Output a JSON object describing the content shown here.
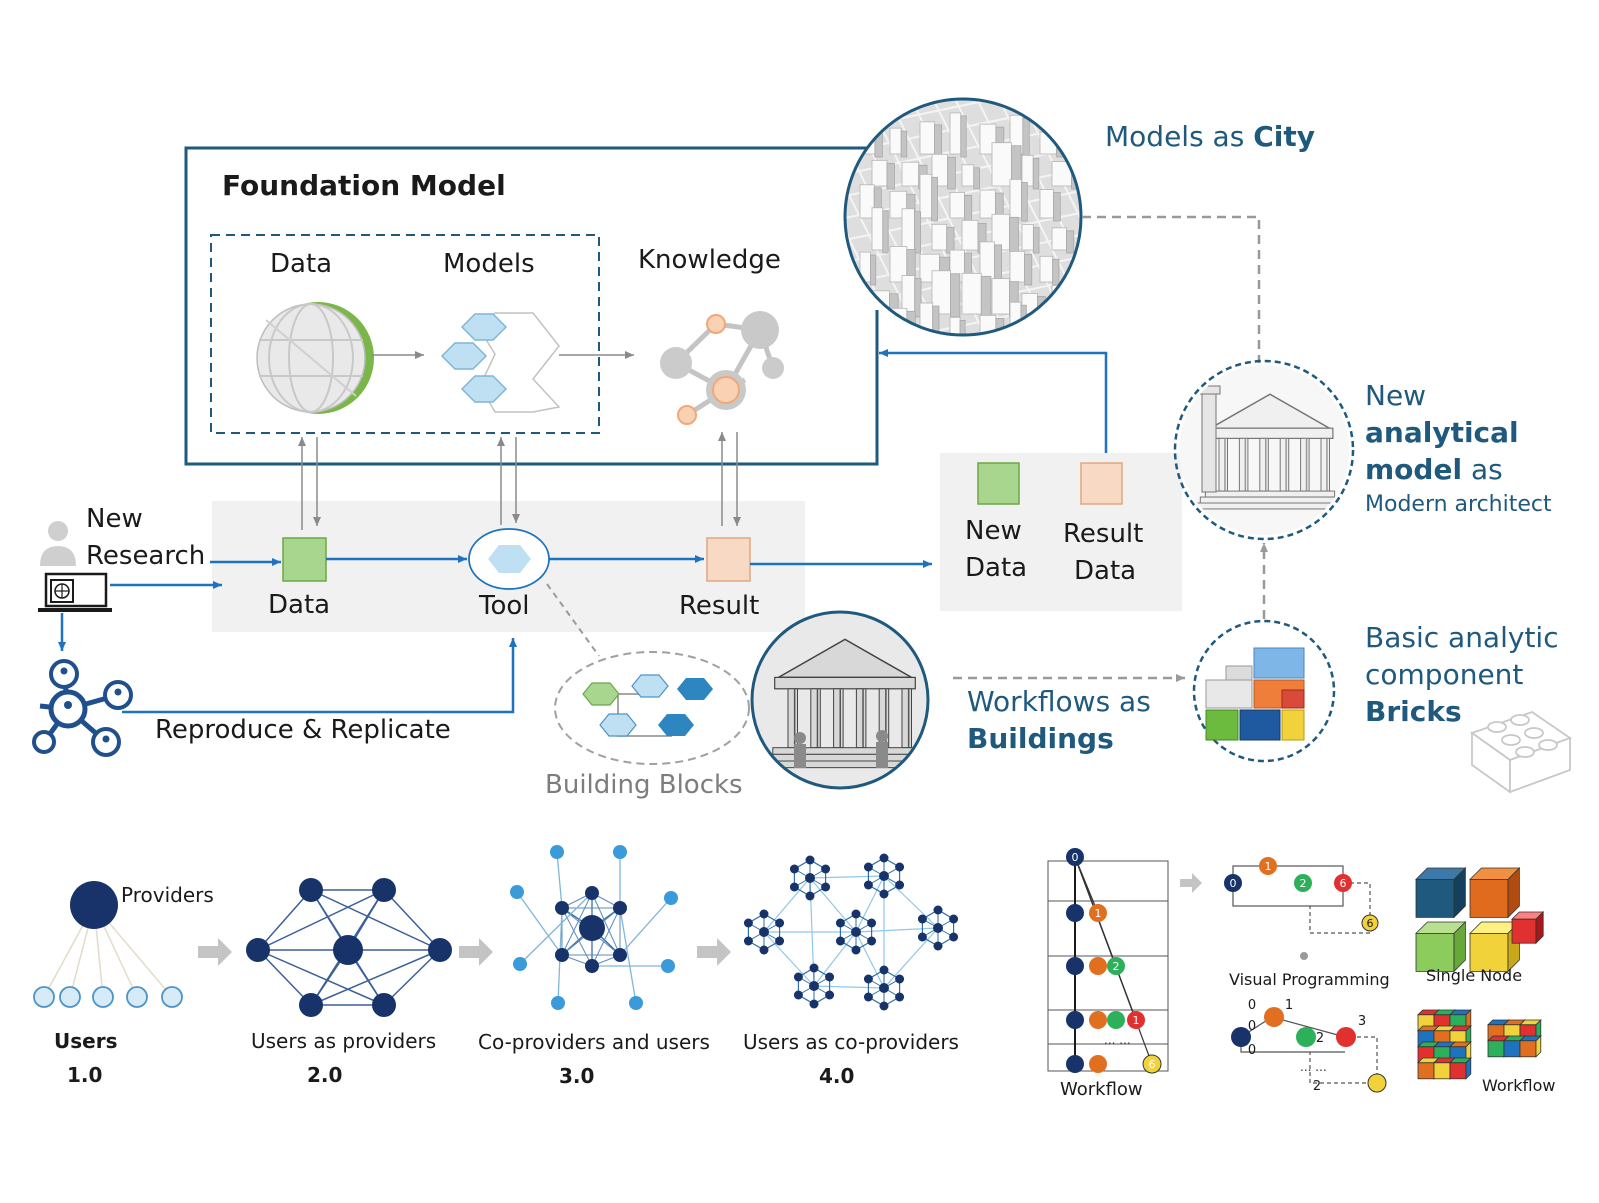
{
  "foundation": {
    "title": "Foundation Model",
    "data_label": "Data",
    "models_label": "Models",
    "knowledge_label": "Knowledge"
  },
  "pipeline": {
    "new_research_line1": "New",
    "new_research_line2": "Research",
    "data_label": "Data",
    "tool_label": "Tool",
    "result_label": "Result",
    "reproduce_label": "Reproduce & Replicate",
    "building_blocks_label": "Building Blocks"
  },
  "outputs": {
    "new_data_line1": "New",
    "new_data_line2": "Data",
    "result_data_line1": "Result",
    "result_data_line2": "Data"
  },
  "metaphors": {
    "city_prefix": "Models as ",
    "city_bold": "City",
    "analytical_line1": "New",
    "analytical_line2": "analytical",
    "analytical_line3_bold": "model",
    "analytical_line3_rest": " as",
    "analytical_line4": "Modern architect",
    "workflows_line1": "Workflows as",
    "workflows_line2": "Buildings",
    "bricks_line1": "Basic analytic",
    "bricks_line2": "component",
    "bricks_line3": "Bricks"
  },
  "evolution": {
    "providers_label": "Providers",
    "stage1_name": "Users",
    "stage1_version": "1.0",
    "stage2_name": "Users as providers",
    "stage2_version": "2.0",
    "stage3_name": "Co-providers and users",
    "stage3_version": "3.0",
    "stage4_name": "Users as co-providers",
    "stage4_version": "4.0"
  },
  "workflow_panel": {
    "workflow_label": "Workflow",
    "visual_programming_label": "Visual Programming",
    "single_node_label": "Single Node",
    "workflow_cubes_label": "Workflow",
    "grid_nodes": [
      "0",
      "1",
      "2",
      "1",
      "6"
    ],
    "grid_dots": "... ...",
    "vp_top_nodes": [
      "0",
      "1",
      "2",
      "6"
    ],
    "vp_bottom_labels": [
      "0",
      "0",
      "1",
      "0",
      "2",
      "3",
      "2"
    ],
    "vp_dots": "... ..."
  },
  "colors": {
    "frame_blue": "#1f5a7e",
    "arrow_blue": "#1e73be",
    "navy": "#17336a",
    "light_blue": "#bfe0f3",
    "green": "#a8d68e",
    "peach": "#f8d9c3",
    "panel_gray": "#f1f1f1"
  }
}
